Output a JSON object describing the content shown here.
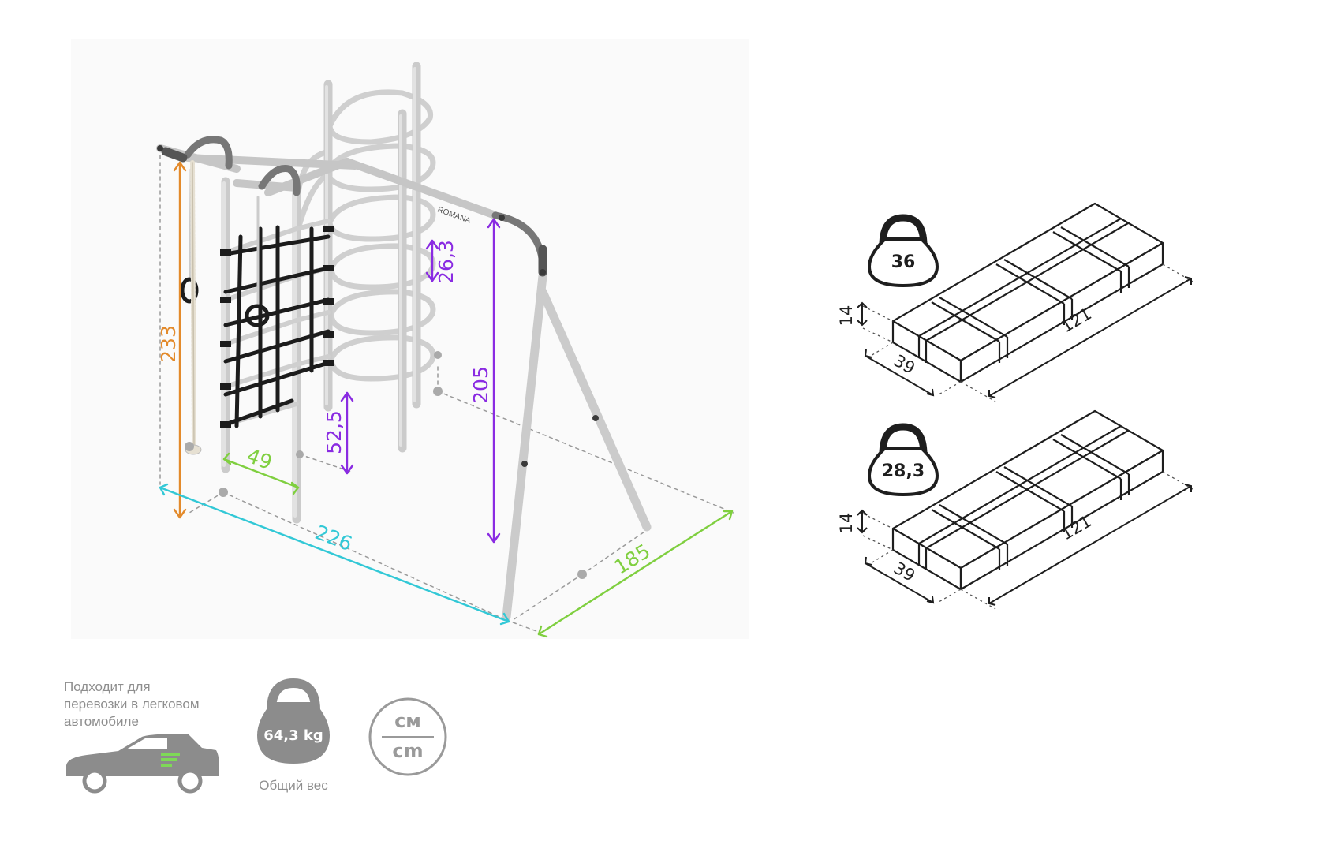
{
  "product": {
    "brand": "ROMANA",
    "dimensions": {
      "rope_height": "233",
      "crossbar_height": "205",
      "ladder_width": "49",
      "length": "226",
      "depth": "185",
      "rung_gap": "26,3",
      "ring_base_height": "52,5"
    }
  },
  "packages": [
    {
      "weight": "36",
      "height": "14",
      "width": "39",
      "length": "121"
    },
    {
      "weight": "28,3",
      "height": "14",
      "width": "39",
      "length": "121"
    }
  ],
  "footer": {
    "transport_note": "Подходит для перевозки в легковом автомобиле",
    "transport_note_lines": [
      "Подходит для",
      "перевозки в легковом",
      "автомобиле"
    ],
    "total_weight": "64,3 kg",
    "total_weight_caption": "Общий вес",
    "unit_top": "см",
    "unit_bottom": "cm"
  },
  "colors": {
    "orange": "#e38a2b",
    "purple": "#8a2be2",
    "green": "#7fcf3f",
    "cyan": "#32c8d6",
    "frame": "#c9c9c9",
    "net": "#1c1c1c",
    "gray_icon": "#8c8c8c",
    "car_accent": "#7ed957"
  }
}
